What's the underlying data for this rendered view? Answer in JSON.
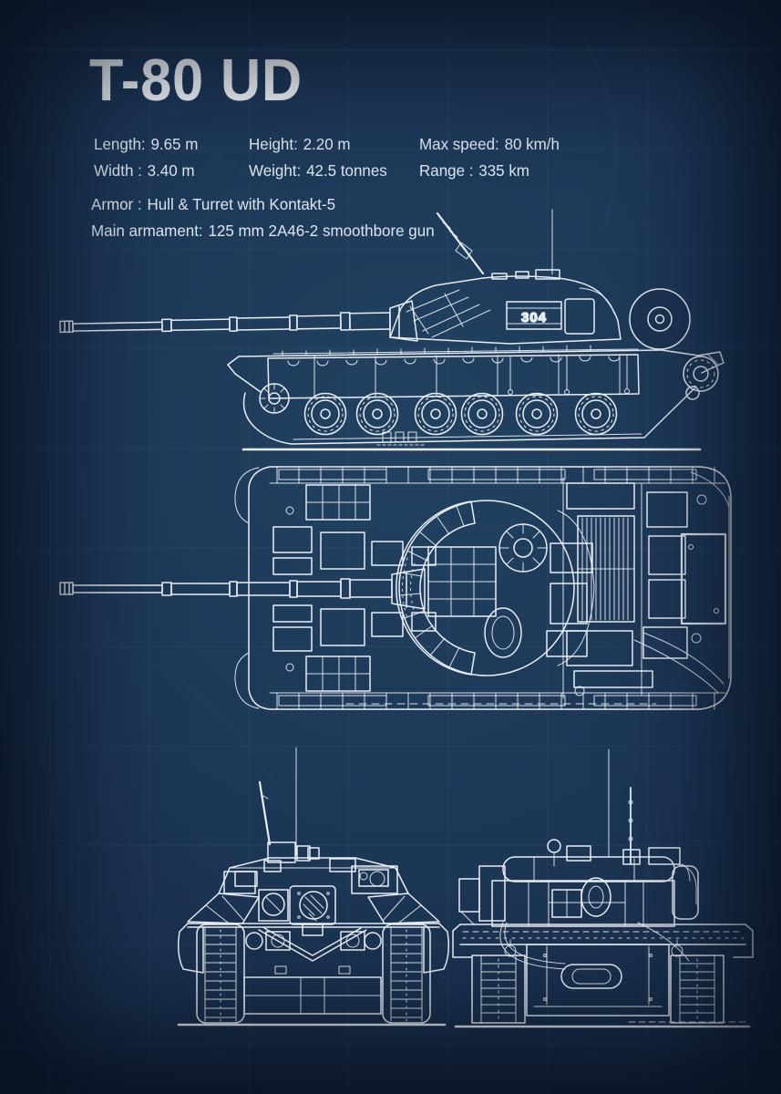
{
  "poster": {
    "title": "T-80 UD",
    "specs": {
      "col1": [
        {
          "label": "Length:",
          "value": "9.65 m"
        },
        {
          "label": "Width :",
          "value": "3.40 m"
        }
      ],
      "col2": [
        {
          "label": "Height:",
          "value": "2.20 m"
        },
        {
          "label": "Weight:",
          "value": "42.5 tonnes"
        }
      ],
      "col3": [
        {
          "label": "Max speed:",
          "value": "80 km/h"
        },
        {
          "label": "Range :",
          "value": "335 km"
        }
      ]
    },
    "details": [
      {
        "label": "Armor :",
        "value": "Hull & Turret with Kontakt-5"
      },
      {
        "label": "Main armament:",
        "value": "125 mm 2A46-2 smoothbore gun"
      }
    ],
    "turret_number": "304",
    "views": {
      "side": "side profile blueprint view",
      "top": "top plan blueprint view",
      "front": "front blueprint view",
      "rear": "rear blueprint view"
    },
    "colors": {
      "background": "#1c3655",
      "background_edge": "#111f35",
      "line": "#e9eef5",
      "text": "#dde6ef"
    }
  }
}
